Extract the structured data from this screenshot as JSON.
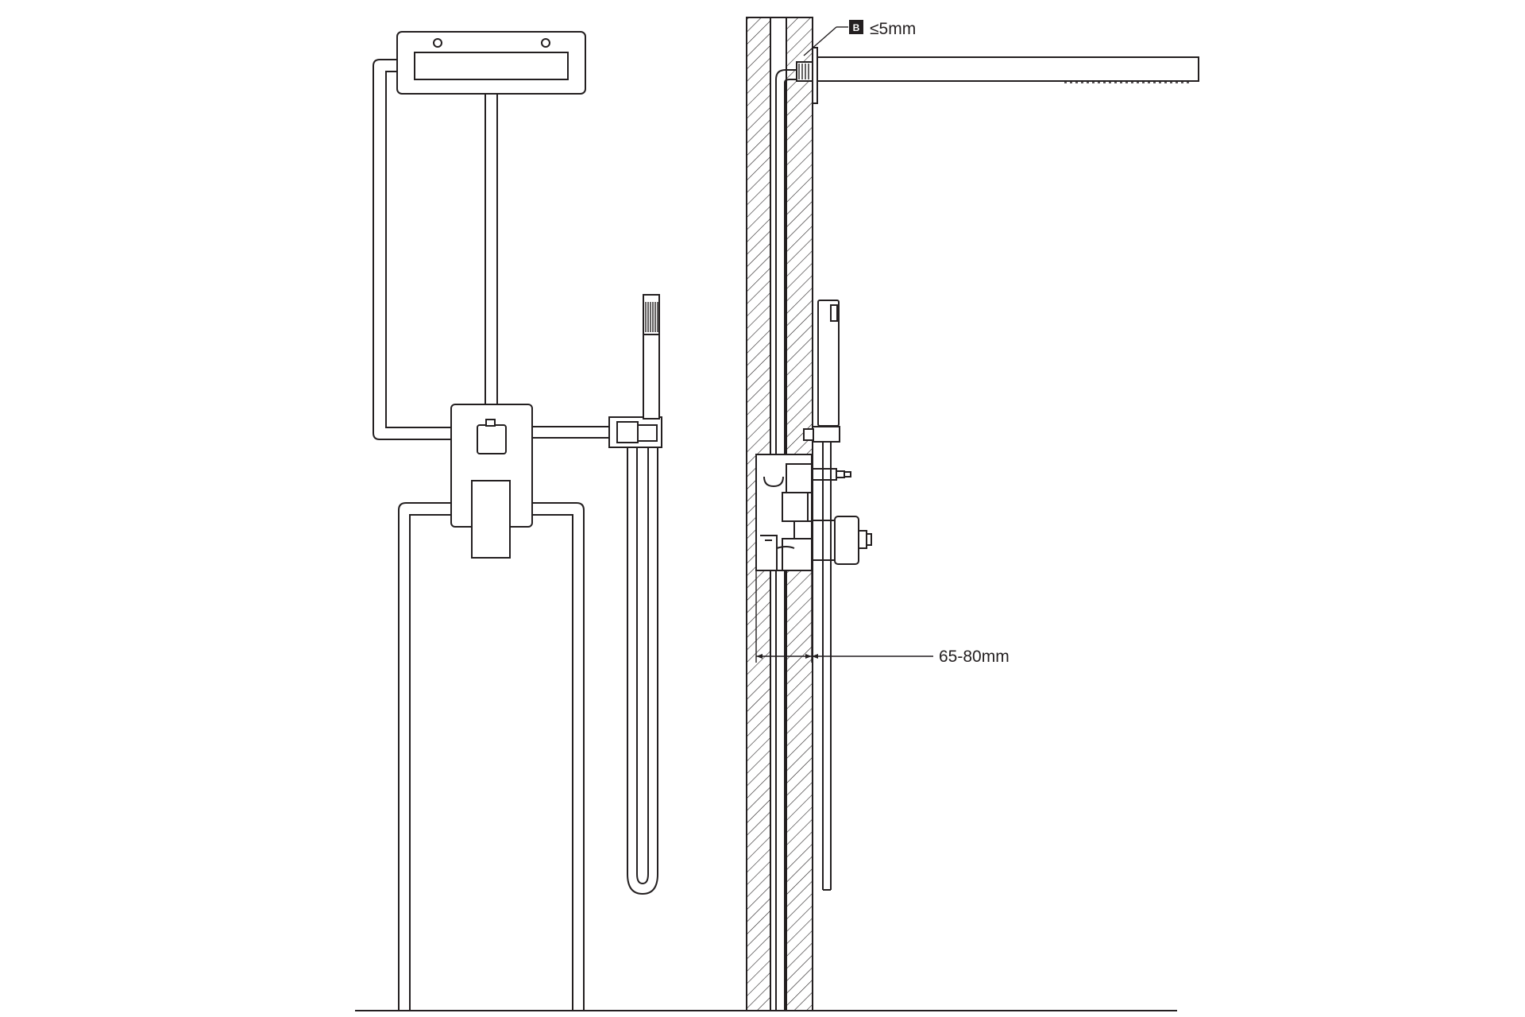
{
  "diagram": {
    "annotations": {
      "gap_badge": "B",
      "gap_label": "≤5mm",
      "depth_label": "65-80mm"
    },
    "colors": {
      "line": "#231f20",
      "background": "#ffffff"
    }
  }
}
